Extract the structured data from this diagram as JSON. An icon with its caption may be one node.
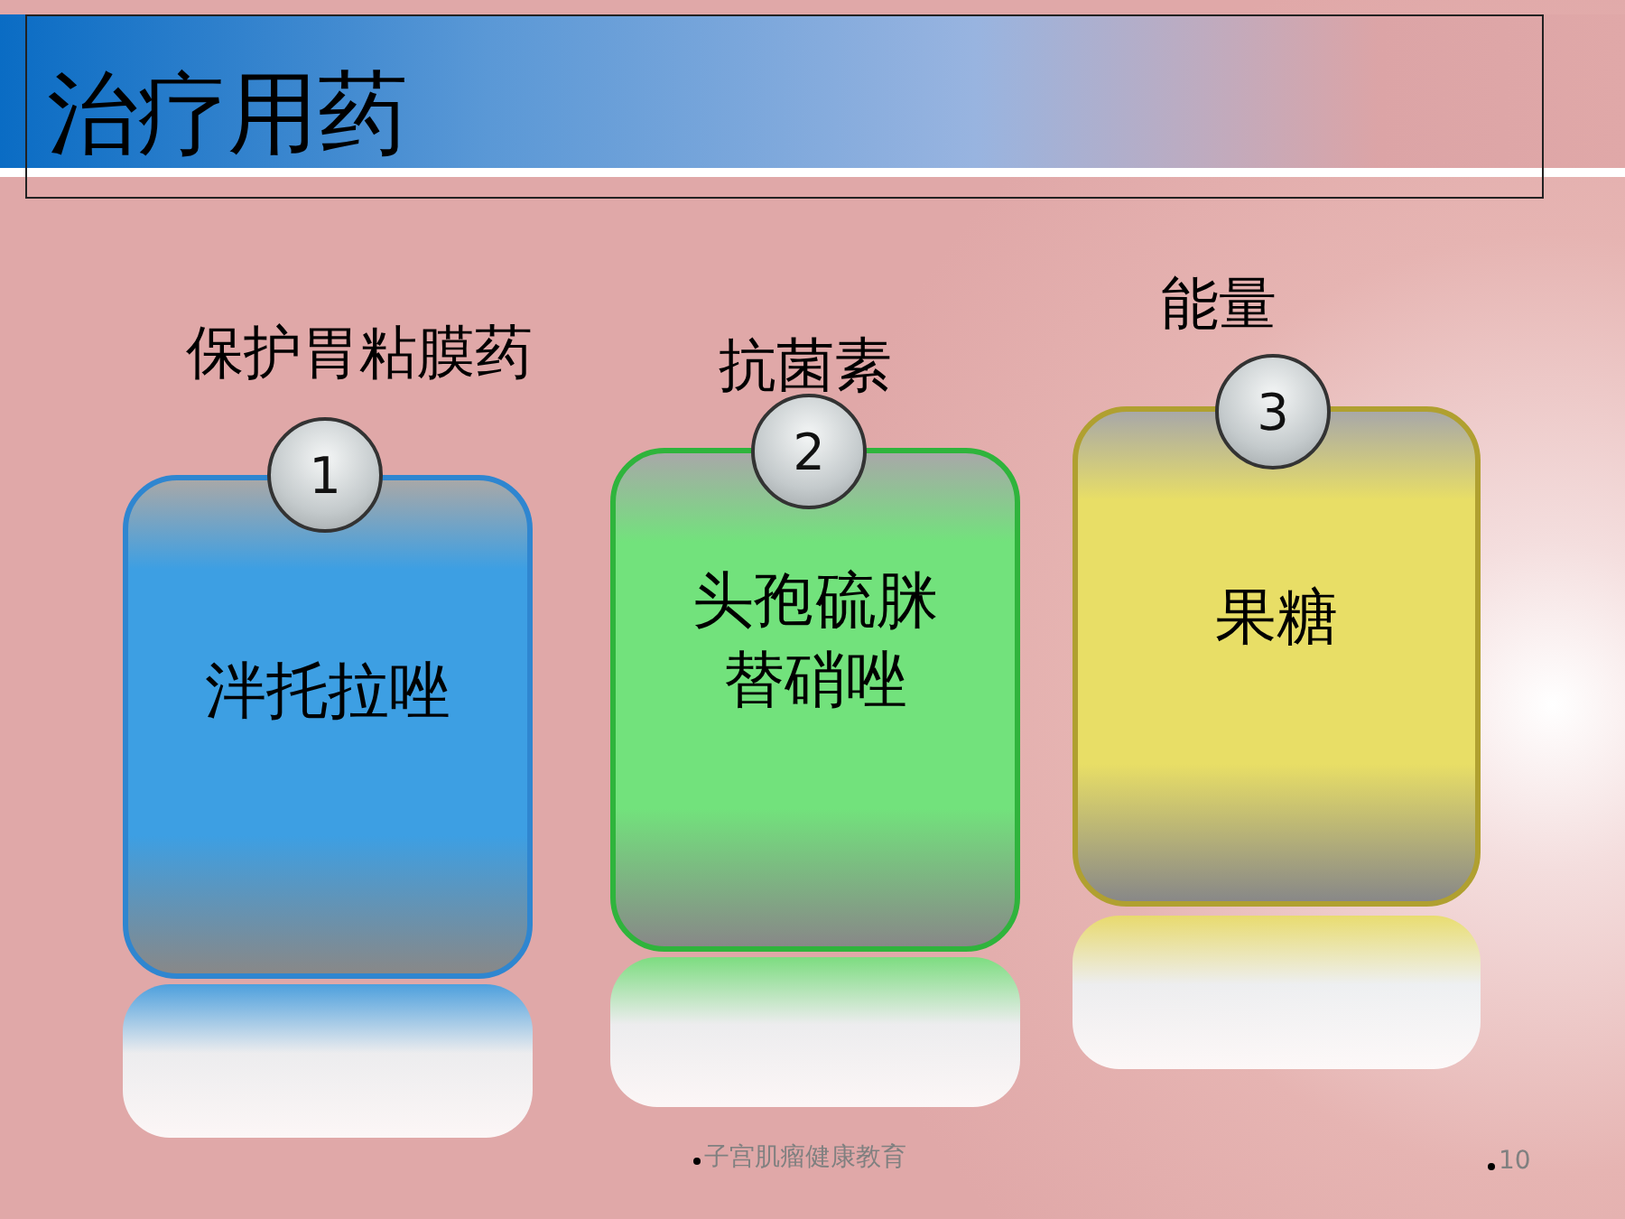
{
  "diagram": {
    "title": "治疗用药",
    "nodes": [
      {
        "text": [
          "保护胃粘膜药",
          "泮托拉唑"
        ]
      },
      {
        "text": [
          "1"
        ]
      },
      {
        "text": [
          "抗菌素",
          "头孢硫脒替硝唑"
        ]
      },
      {
        "text": [
          "2"
        ]
      },
      {
        "text": [
          "能量",
          "果糖"
        ]
      },
      {
        "text": [
          "3"
        ]
      },
      {
        "text": [],
        "shape": "box"
      },
      {
        "text": [],
        "shape": "box"
      },
      {
        "text": [],
        "shape": "box"
      }
    ],
    "labels": [
      "子宫肌瘤健康教育",
      "10"
    ]
  }
}
